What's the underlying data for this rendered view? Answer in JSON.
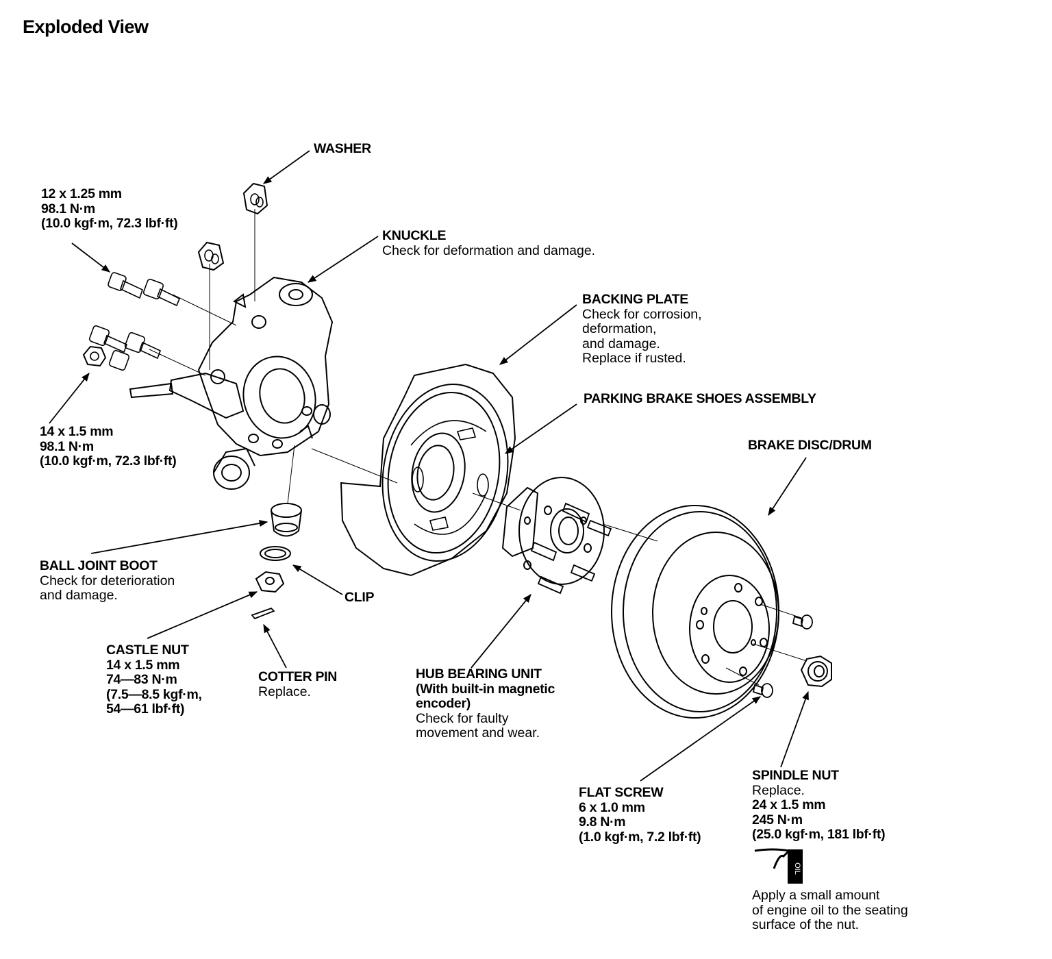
{
  "title": "Exploded View",
  "labels": {
    "washer": {
      "name": "WASHER"
    },
    "bolt_12": {
      "size": "12 x 1.25 mm",
      "torque": "98.1 N·m",
      "torque_alt": "(10.0 kgf·m, 72.3 lbf·ft)"
    },
    "knuckle": {
      "name": "KNUCKLE",
      "note": "Check for deformation and damage."
    },
    "backing_plate": {
      "name": "BACKING PLATE",
      "note1": "Check for corrosion,",
      "note2": "deformation,",
      "note3": "and damage.",
      "note4": "Replace if rusted."
    },
    "parking_brake": {
      "name": "PARKING BRAKE SHOES ASSEMBLY"
    },
    "brake_disc": {
      "name": "BRAKE DISC/DRUM"
    },
    "nut_14": {
      "size": "14 x 1.5 mm",
      "torque": "98.1 N·m",
      "torque_alt": "(10.0 kgf·m, 72.3 lbf·ft)"
    },
    "ball_joint_boot": {
      "name": "BALL JOINT BOOT",
      "note1": "Check for deterioration",
      "note2": "and damage."
    },
    "clip": {
      "name": "CLIP"
    },
    "castle_nut": {
      "name": "CASTLE NUT",
      "size": "14 x 1.5 mm",
      "torque": "74—83 N·m",
      "torque_alt1": "(7.5—8.5 kgf·m,",
      "torque_alt2": "54—61 lbf·ft)"
    },
    "cotter_pin": {
      "name": "COTTER PIN",
      "note": "Replace."
    },
    "hub_bearing": {
      "name": "HUB BEARING UNIT",
      "sub1": "(With built-in magnetic",
      "sub2": "encoder)",
      "note1": "Check for faulty",
      "note2": "movement and wear."
    },
    "flat_screw": {
      "name": "FLAT SCREW",
      "size": "6 x 1.0 mm",
      "torque": "9.8 N·m",
      "torque_alt": "(1.0 kgf·m, 7.2 lbf·ft)"
    },
    "spindle_nut": {
      "name": "SPINDLE NUT",
      "note": "Replace.",
      "size": "24 x 1.5 mm",
      "torque": "245 N·m",
      "torque_alt": "(25.0 kgf·m, 181 lbf·ft)"
    },
    "oil_note": {
      "icon_text": "OIL",
      "line1": "Apply a small amount",
      "line2": "of engine oil to the seating",
      "line3": "surface of the nut."
    }
  }
}
